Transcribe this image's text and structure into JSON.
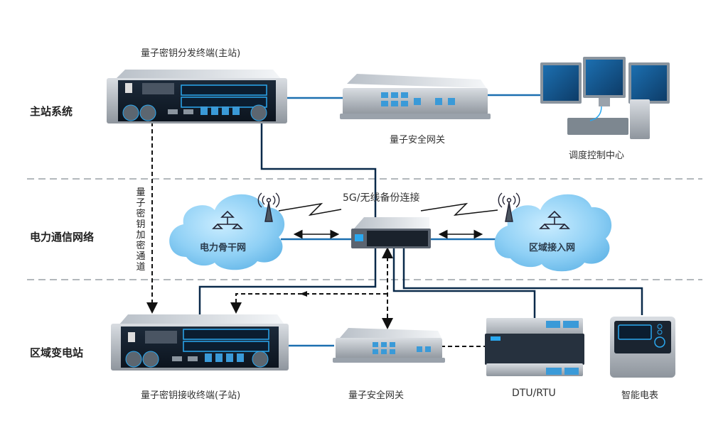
{
  "diagram": {
    "zones": [
      {
        "id": "master",
        "label": "主站系统"
      },
      {
        "id": "network",
        "label": "电力通信网络"
      },
      {
        "id": "substation",
        "label": "区域变电站"
      }
    ],
    "channel_label": "量子密钥加密通道",
    "wireless_label": "5G/无线备份连接",
    "nodes": {
      "qkd_master": "量子密钥分发终端(主站)",
      "gateway_master": "量子安全网关",
      "dispatch_center": "调度控制中心",
      "backbone_cloud": "电力骨干网",
      "access_cloud": "区域接入网",
      "qkd_slave": "量子密钥接收终端(子站)",
      "gateway_slave": "量子安全网关",
      "dtu_rtu": "DTU/RTU",
      "smart_meter": "智能电表"
    },
    "colors": {
      "line": "#0a2a4a",
      "glow": "#2aa8f0",
      "cloud": "#8fd0f5",
      "divider": "#9aa0a6"
    }
  }
}
